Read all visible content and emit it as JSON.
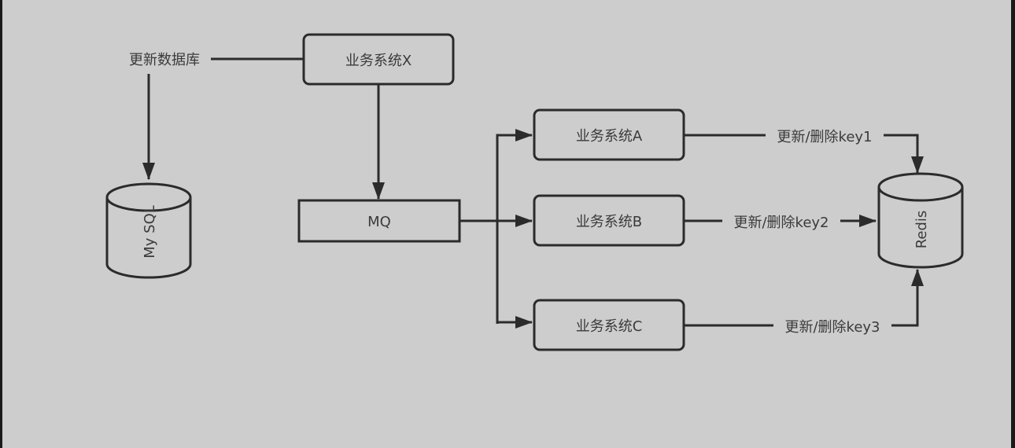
{
  "diagram": {
    "nodes": {
      "system_x": {
        "label": "业务系统X",
        "shape": "rounded-rect"
      },
      "mq": {
        "label": "MQ",
        "shape": "rect"
      },
      "system_a": {
        "label": "业务系统A",
        "shape": "rounded-rect"
      },
      "system_b": {
        "label": "业务系统B",
        "shape": "rounded-rect"
      },
      "system_c": {
        "label": "业务系统C",
        "shape": "rounded-rect"
      },
      "mysql": {
        "label": "My SQL",
        "shape": "cylinder"
      },
      "redis": {
        "label": "Redis",
        "shape": "cylinder"
      }
    },
    "edges": [
      {
        "from": "system_x",
        "to": "mysql",
        "label": "更新数据库"
      },
      {
        "from": "system_x",
        "to": "mq",
        "label": ""
      },
      {
        "from": "mq",
        "to": "system_a",
        "label": ""
      },
      {
        "from": "mq",
        "to": "system_b",
        "label": ""
      },
      {
        "from": "mq",
        "to": "system_c",
        "label": ""
      },
      {
        "from": "system_a",
        "to": "redis",
        "label": "更新/删除key1"
      },
      {
        "from": "system_b",
        "to": "redis",
        "label": "更新/删除key2"
      },
      {
        "from": "system_c",
        "to": "redis",
        "label": "更新/删除key3"
      }
    ]
  },
  "colors": {
    "background": "#cdcdcd",
    "stroke": "#2b2b2b",
    "text": "#3a3a3a",
    "frame": "#1a1a1a"
  }
}
